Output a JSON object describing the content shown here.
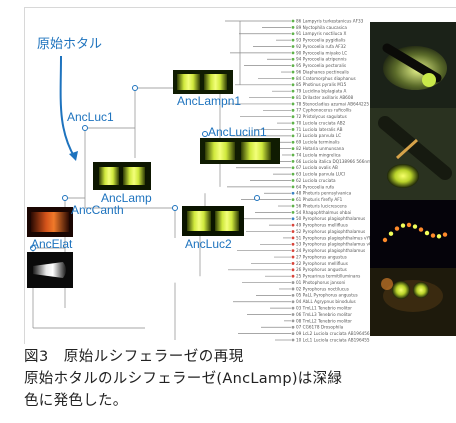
{
  "figure": {
    "callout": "原始ホタル",
    "node_labels": [
      "AncLampn1",
      "AncLuc1",
      "AncLuciin1",
      "AncLamp",
      "AncCanth",
      "AncLuc2",
      "AncElat"
    ],
    "tips": [
      "86 Lampyris turkestanicus AF33",
      "89 Nyctophila caucasica",
      "91 Lampyris noctiluca X",
      "93 Pyrocoelia pygidialis",
      "92 Pyrocoelia rufa AF32",
      "90 Pyrocoelia miyako LC",
      "94 Pyrocoelia atripennis",
      "95 Pyrocoelia pectoralis",
      "96 Diaphanes pectinealis",
      "84 Cratomorphus diaphanus",
      "85 Photinus pyralis M15",
      "79 Lucidina biplagiata A",
      "81 Drilaster axillaris AB608",
      "78 Stenocladius azumai AB644225 545nm",
      "77 Cyphonocerus ruficollis",
      "72 Pristolycus sagulatus",
      "70 Luciola cruciata AB2",
      "71 Luciola lateralis AB",
      "73 Luciola parvula LC",
      "69 Luciola terminalis",
      "82 Hotaria unmunsana",
      "74 Luciola mingrelica",
      "66 Luciola italica DQ138966 566nm",
      "67 Luciola ovalis AB",
      "63 Luciola parvula LUCI",
      "62 Luciola cruciata",
      "64 Pyrocoelia rufa",
      "48 Photuris pennsylvanica",
      "61 Photuris firefly AF1",
      "56 Photuris lucicrescens",
      "54 Rhagophthalmus ohbai",
      "50 Pyrophorus plagiophthalamus",
      "49 Pyrophorus mellifluus",
      "52 Pyrophorus plagiophthalamus",
      "51 Pyrophorus plagiophthalmus vYE AF543356 578nm",
      "53 Pyrophorus plagiophthalamus vGR AF543372 553nm",
      "24 Pyrophorus plagiophthalamus",
      "27 Pyrophorus angustus",
      "22 Pyrophorus mellifluus",
      "26 Pyrophorus angustus",
      "25 Pyrearinus termitilluminans",
      "01 Photophorus jansoni",
      "02 Pyrophorus noctilucus",
      "05 PaLL Pyrophorus angustus",
      "04 AbLL Agrypnus binodulus",
      "03 TmLL1 Tenebrio molitor",
      "06 TmLL3 Tenebrio molitor",
      "08 TmLL2 Tenebrio molitor",
      "07 CG6178 Drosophila",
      "09 LcL2 Luciola cruciata AB196456",
      "10 LcL1 Luciola cruciata AB196455"
    ],
    "photo_icons": [
      "firefly-photo-icon",
      "firefly-photo-icon",
      "beetle-larva-photo-icon",
      "click-beetle-photo-icon"
    ]
  },
  "caption": {
    "title": "図3　原始ルシフェラーゼの再現",
    "body": "原始ホタルのルシフェラーゼ(AncLamp)は深緑",
    "body2": "色に発色した。"
  },
  "colors": {
    "accent": "#1e73be",
    "tip_green": "#5fb24a",
    "tip_red": "#d8443a",
    "tip_blue": "#3b82c4"
  }
}
